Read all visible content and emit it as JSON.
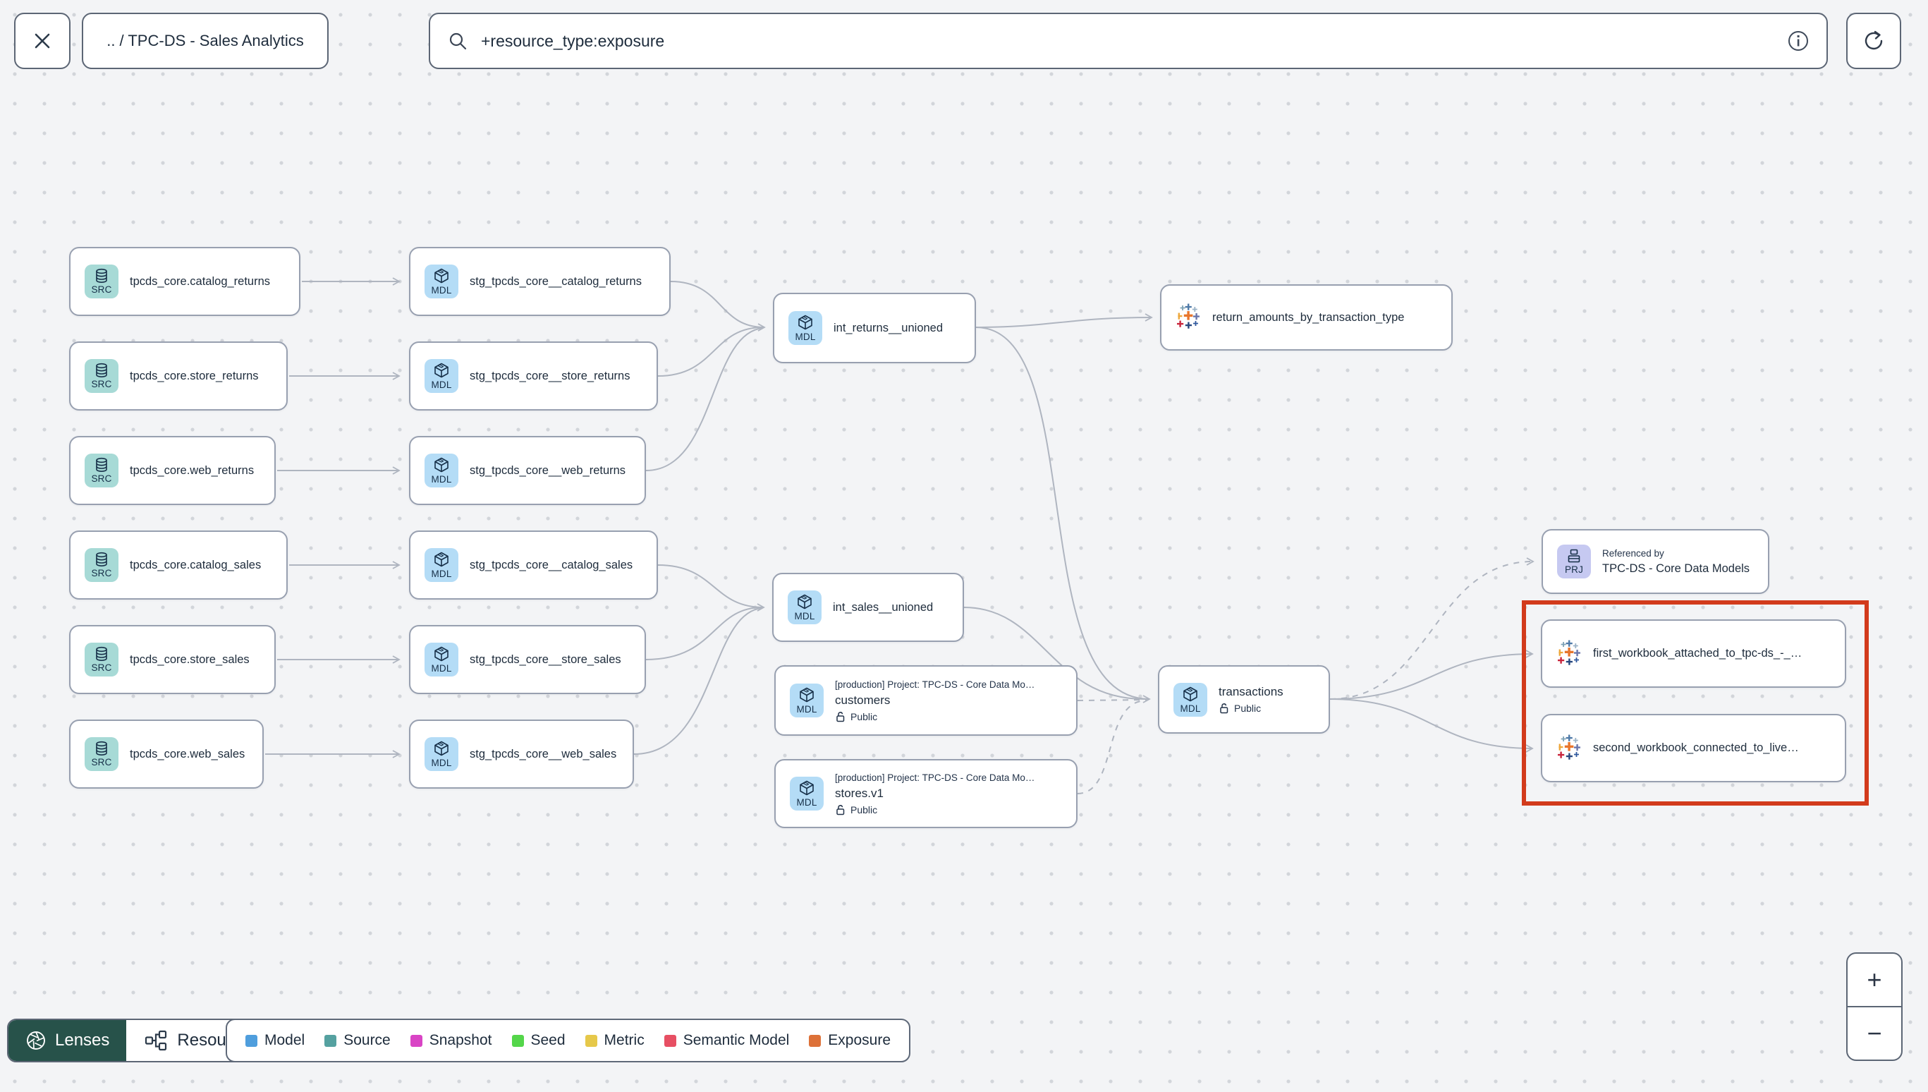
{
  "topbar": {
    "breadcrumb": ".. / TPC-DS - Sales Analytics",
    "search_value": "+resource_type:exposure"
  },
  "nodes": {
    "src_catalog_returns": {
      "badge": "SRC",
      "label": "tpcds_core.catalog_returns"
    },
    "src_store_returns": {
      "badge": "SRC",
      "label": "tpcds_core.store_returns"
    },
    "src_web_returns": {
      "badge": "SRC",
      "label": "tpcds_core.web_returns"
    },
    "src_catalog_sales": {
      "badge": "SRC",
      "label": "tpcds_core.catalog_sales"
    },
    "src_store_sales": {
      "badge": "SRC",
      "label": "tpcds_core.store_sales"
    },
    "src_web_sales": {
      "badge": "SRC",
      "label": "tpcds_core.web_sales"
    },
    "stg_catalog_returns": {
      "badge": "MDL",
      "label": "stg_tpcds_core__catalog_returns"
    },
    "stg_store_returns": {
      "badge": "MDL",
      "label": "stg_tpcds_core__store_returns"
    },
    "stg_web_returns": {
      "badge": "MDL",
      "label": "stg_tpcds_core__web_returns"
    },
    "stg_catalog_sales": {
      "badge": "MDL",
      "label": "stg_tpcds_core__catalog_sales"
    },
    "stg_store_sales": {
      "badge": "MDL",
      "label": "stg_tpcds_core__store_sales"
    },
    "stg_web_sales": {
      "badge": "MDL",
      "label": "stg_tpcds_core__web_sales"
    },
    "int_returns": {
      "badge": "MDL",
      "label": "int_returns__unioned"
    },
    "int_sales": {
      "badge": "MDL",
      "label": "int_sales__unioned"
    },
    "exp_return_amounts": {
      "label": "return_amounts_by_transaction_type"
    },
    "mdl_customers": {
      "badge": "MDL",
      "project": "[production] Project: TPC-DS - Core Data Mo…",
      "label": "customers",
      "access": "Public"
    },
    "mdl_stores": {
      "badge": "MDL",
      "project": "[production] Project: TPC-DS - Core Data Mo…",
      "label": "stores.v1",
      "access": "Public"
    },
    "mdl_transactions": {
      "badge": "MDL",
      "label": "transactions",
      "access": "Public"
    },
    "prj_reference": {
      "badge": "PRJ",
      "caption": "Referenced by",
      "label": "TPC-DS - Core Data Models"
    },
    "wb_first": {
      "label": "first_workbook_attached_to_tpc-ds_-_…"
    },
    "wb_second": {
      "label": "second_workbook_connected_to_live…"
    }
  },
  "footer": {
    "lenses_label": "Lenses",
    "resource_type_label": "Resource type"
  },
  "legend": {
    "items": [
      {
        "label": "Model",
        "color": "#4f9edd"
      },
      {
        "label": "Source",
        "color": "#55a1a0"
      },
      {
        "label": "Snapshot",
        "color": "#d944c5"
      },
      {
        "label": "Seed",
        "color": "#54d64a"
      },
      {
        "label": "Metric",
        "color": "#e6c84a"
      },
      {
        "label": "Semantic Model",
        "color": "#e74f63"
      },
      {
        "label": "Exposure",
        "color": "#dd7138"
      }
    ]
  },
  "zoom_controls": {
    "zoom_in": "+",
    "zoom_out": "−"
  },
  "colors": {
    "selection_box": "#d23b1c",
    "src_badge": "#a7dad6",
    "mdl_badge": "#b4dcf6",
    "prj_badge": "#c6c9f1",
    "edge": "#afb5c0"
  }
}
